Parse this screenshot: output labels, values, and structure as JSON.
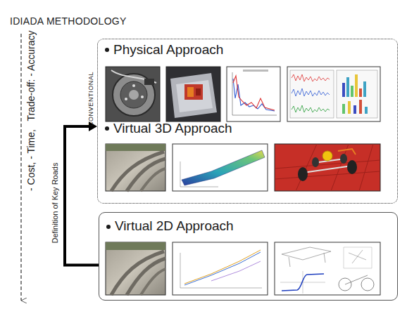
{
  "diagram": {
    "title": "IDIADA METHODOLOGY",
    "nodes": [
      {
        "text": [
          "CONVENTIONAL",
          "Physical Approach",
          "Virtual 3D Approach"
        ]
      },
      {
        "text": [
          "Virtual 2D Approach"
        ]
      }
    ],
    "edges": [
      {
        "from": 1,
        "to": 0,
        "arrow": "to",
        "label": "Definition of Key Roads"
      }
    ],
    "labels": [
      "- Cost, - Time,",
      "Trade-off: - Accuracy"
    ]
  }
}
